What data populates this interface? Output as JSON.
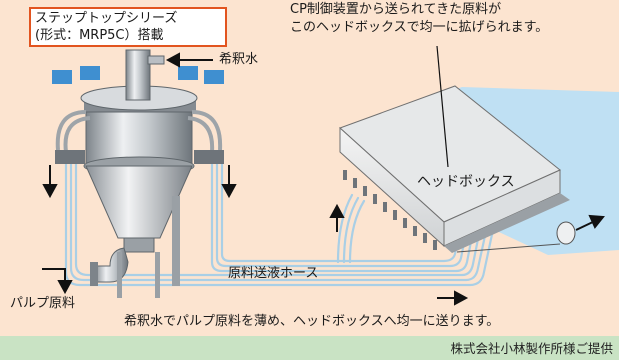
{
  "callout": {
    "line1": "ステップトップシリーズ",
    "line2": "(形式：MRP5C）搭載"
  },
  "labels": {
    "dilution_water": "希釈水",
    "headbox_caption_line1": "CP制御装置から送られてきた原料が",
    "headbox_caption_line2": "このヘッドボックスで均一に拡げられます。",
    "headbox": "ヘッドボックス",
    "hose": "原料送液ホース",
    "pulp": "パルプ原料",
    "summary": "希釈水でパルプ原料を薄め、ヘッドボックスへ均一に送ります。",
    "credit": "株式会社小林製作所様ご提供"
  },
  "colors": {
    "background": "#fce4d0",
    "callout_border": "#e2541f",
    "water_blue": "#bfe0f3",
    "hose_blue": "#a9cfe6",
    "footer_green": "#c9e3c4",
    "metal": "#b9bec3"
  }
}
